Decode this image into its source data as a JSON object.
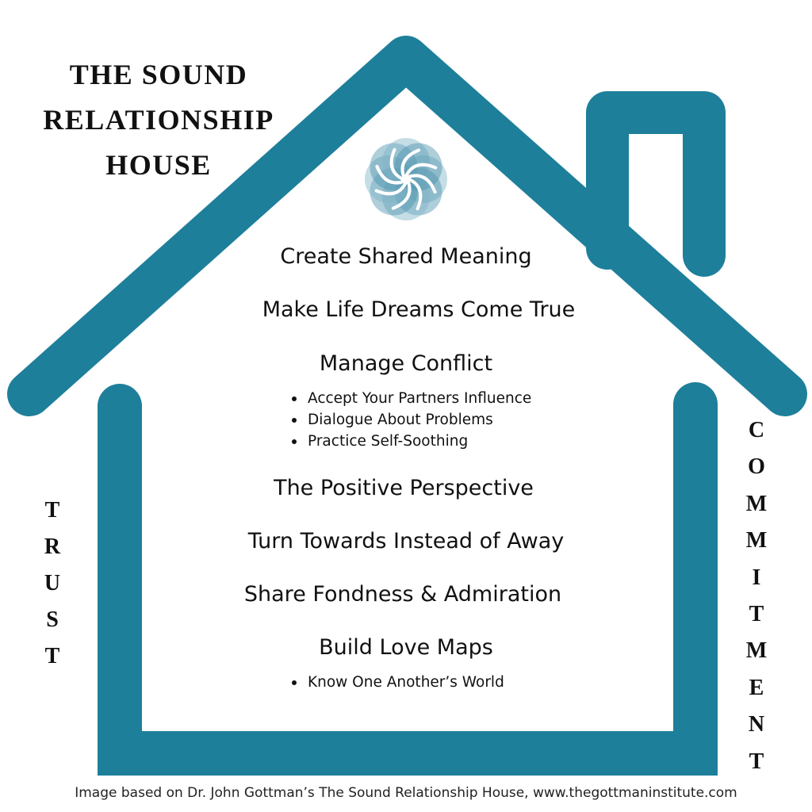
{
  "title": {
    "line1": "THE SOUND",
    "line2": "RELATIONSHIP",
    "line3": "HOUSE"
  },
  "levels": {
    "create_shared_meaning": "Create Shared Meaning",
    "make_life_dreams": "Make Life Dreams Come True",
    "manage_conflict": "Manage Conflict",
    "conflict_bullets": [
      "Accept Your Partners Influence",
      "Dialogue About Problems",
      "Practice Self-Soothing"
    ],
    "positive_perspective": "The Positive Perspective",
    "turn_towards": "Turn Towards Instead of Away",
    "share_fondness": "Share Fondness & Admiration",
    "build_love_maps": "Build Love Maps",
    "love_maps_bullets": [
      "Know One Another’s World"
    ]
  },
  "walls": {
    "left": [
      "T",
      "R",
      "U",
      "S",
      "T"
    ],
    "right": [
      "C",
      "O",
      "M",
      "M",
      "I",
      "T",
      "M",
      "E",
      "N",
      "T"
    ]
  },
  "footer": "Image based on Dr. John Gottman’s The Sound Relationship House, www.thegottmaninstitute.com",
  "colors": {
    "house": "#1e7f9a",
    "text": "#111111"
  },
  "icons": {
    "logo": "swirl-flower-logo-icon"
  }
}
